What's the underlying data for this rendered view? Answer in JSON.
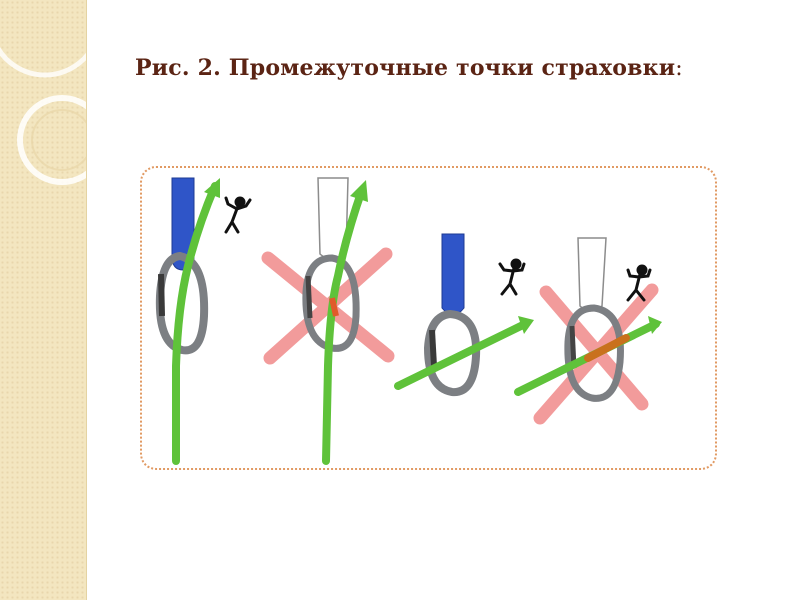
{
  "slide": {
    "title": "Рис. 2. Промежуточные точки страховки",
    "title_colon": ":"
  },
  "figure": {
    "panels": [
      {
        "name": "correct-clip-vertical",
        "status": "correct"
      },
      {
        "name": "wrong-clip-vertical",
        "status": "wrong"
      },
      {
        "name": "correct-clip-diagonal",
        "status": "correct"
      },
      {
        "name": "wrong-clip-diagonal",
        "status": "wrong"
      }
    ],
    "colors": {
      "rope": "#5fc23a",
      "sling": "#2f55c8",
      "carabiner": "#7c7f83",
      "wrong_cross": "#f08a8a",
      "frame": "#e19a63",
      "title": "#5b2414",
      "side_band": "#f3e6c0"
    }
  }
}
